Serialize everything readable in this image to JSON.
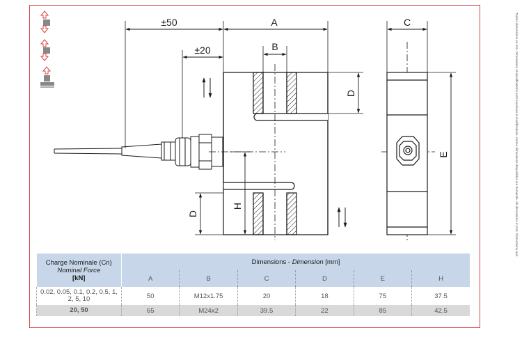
{
  "drawing": {
    "dim_labels": {
      "pm50": "±50",
      "a": "A",
      "pm20": "±20",
      "b": "B",
      "c": "C",
      "d_top": "D",
      "d_bottom": "D",
      "e": "E",
      "h": "H"
    },
    "icons": [
      "load-compression-icon",
      "load-tension-compression-icon",
      "load-on-surface-icon"
    ],
    "side_note": "Toutes dimensions en mm. Dimensions et spécifications sont soumises à modifications. Autres dimensions disponibles sur demande. All dimensions in mm. Dimensions and specifications do not constitute any warranty or liability whatsoever. Technical drawings available on request."
  },
  "table": {
    "header_cap_fr": "Charge Nominale (Cn)",
    "header_cap_en": "Nominal Force",
    "header_cap_unit": "[kN]",
    "header_dims_fr": "Dimensions",
    "header_dims_sep": " - ",
    "header_dims_en": "Dimension",
    "header_dims_unit": " [mm]",
    "columns": [
      "A",
      "B",
      "C",
      "D",
      "E",
      "H"
    ],
    "rows": [
      {
        "capacity": "0.02, 0.05, 0.1, 0.2, 0.5, 1, 2, 5, 10",
        "values": [
          "50",
          "M12x1.75",
          "20",
          "18",
          "75",
          "37.5"
        ]
      },
      {
        "capacity": "20, 50",
        "values": [
          "65",
          "M24x2",
          "39.5",
          "22",
          "85",
          "42.5"
        ]
      }
    ]
  },
  "colors": {
    "frame": "#d64545",
    "table_header": "#c7d6e8",
    "row_alt": "#d9d9d9",
    "arrow_red": "#d64545"
  }
}
